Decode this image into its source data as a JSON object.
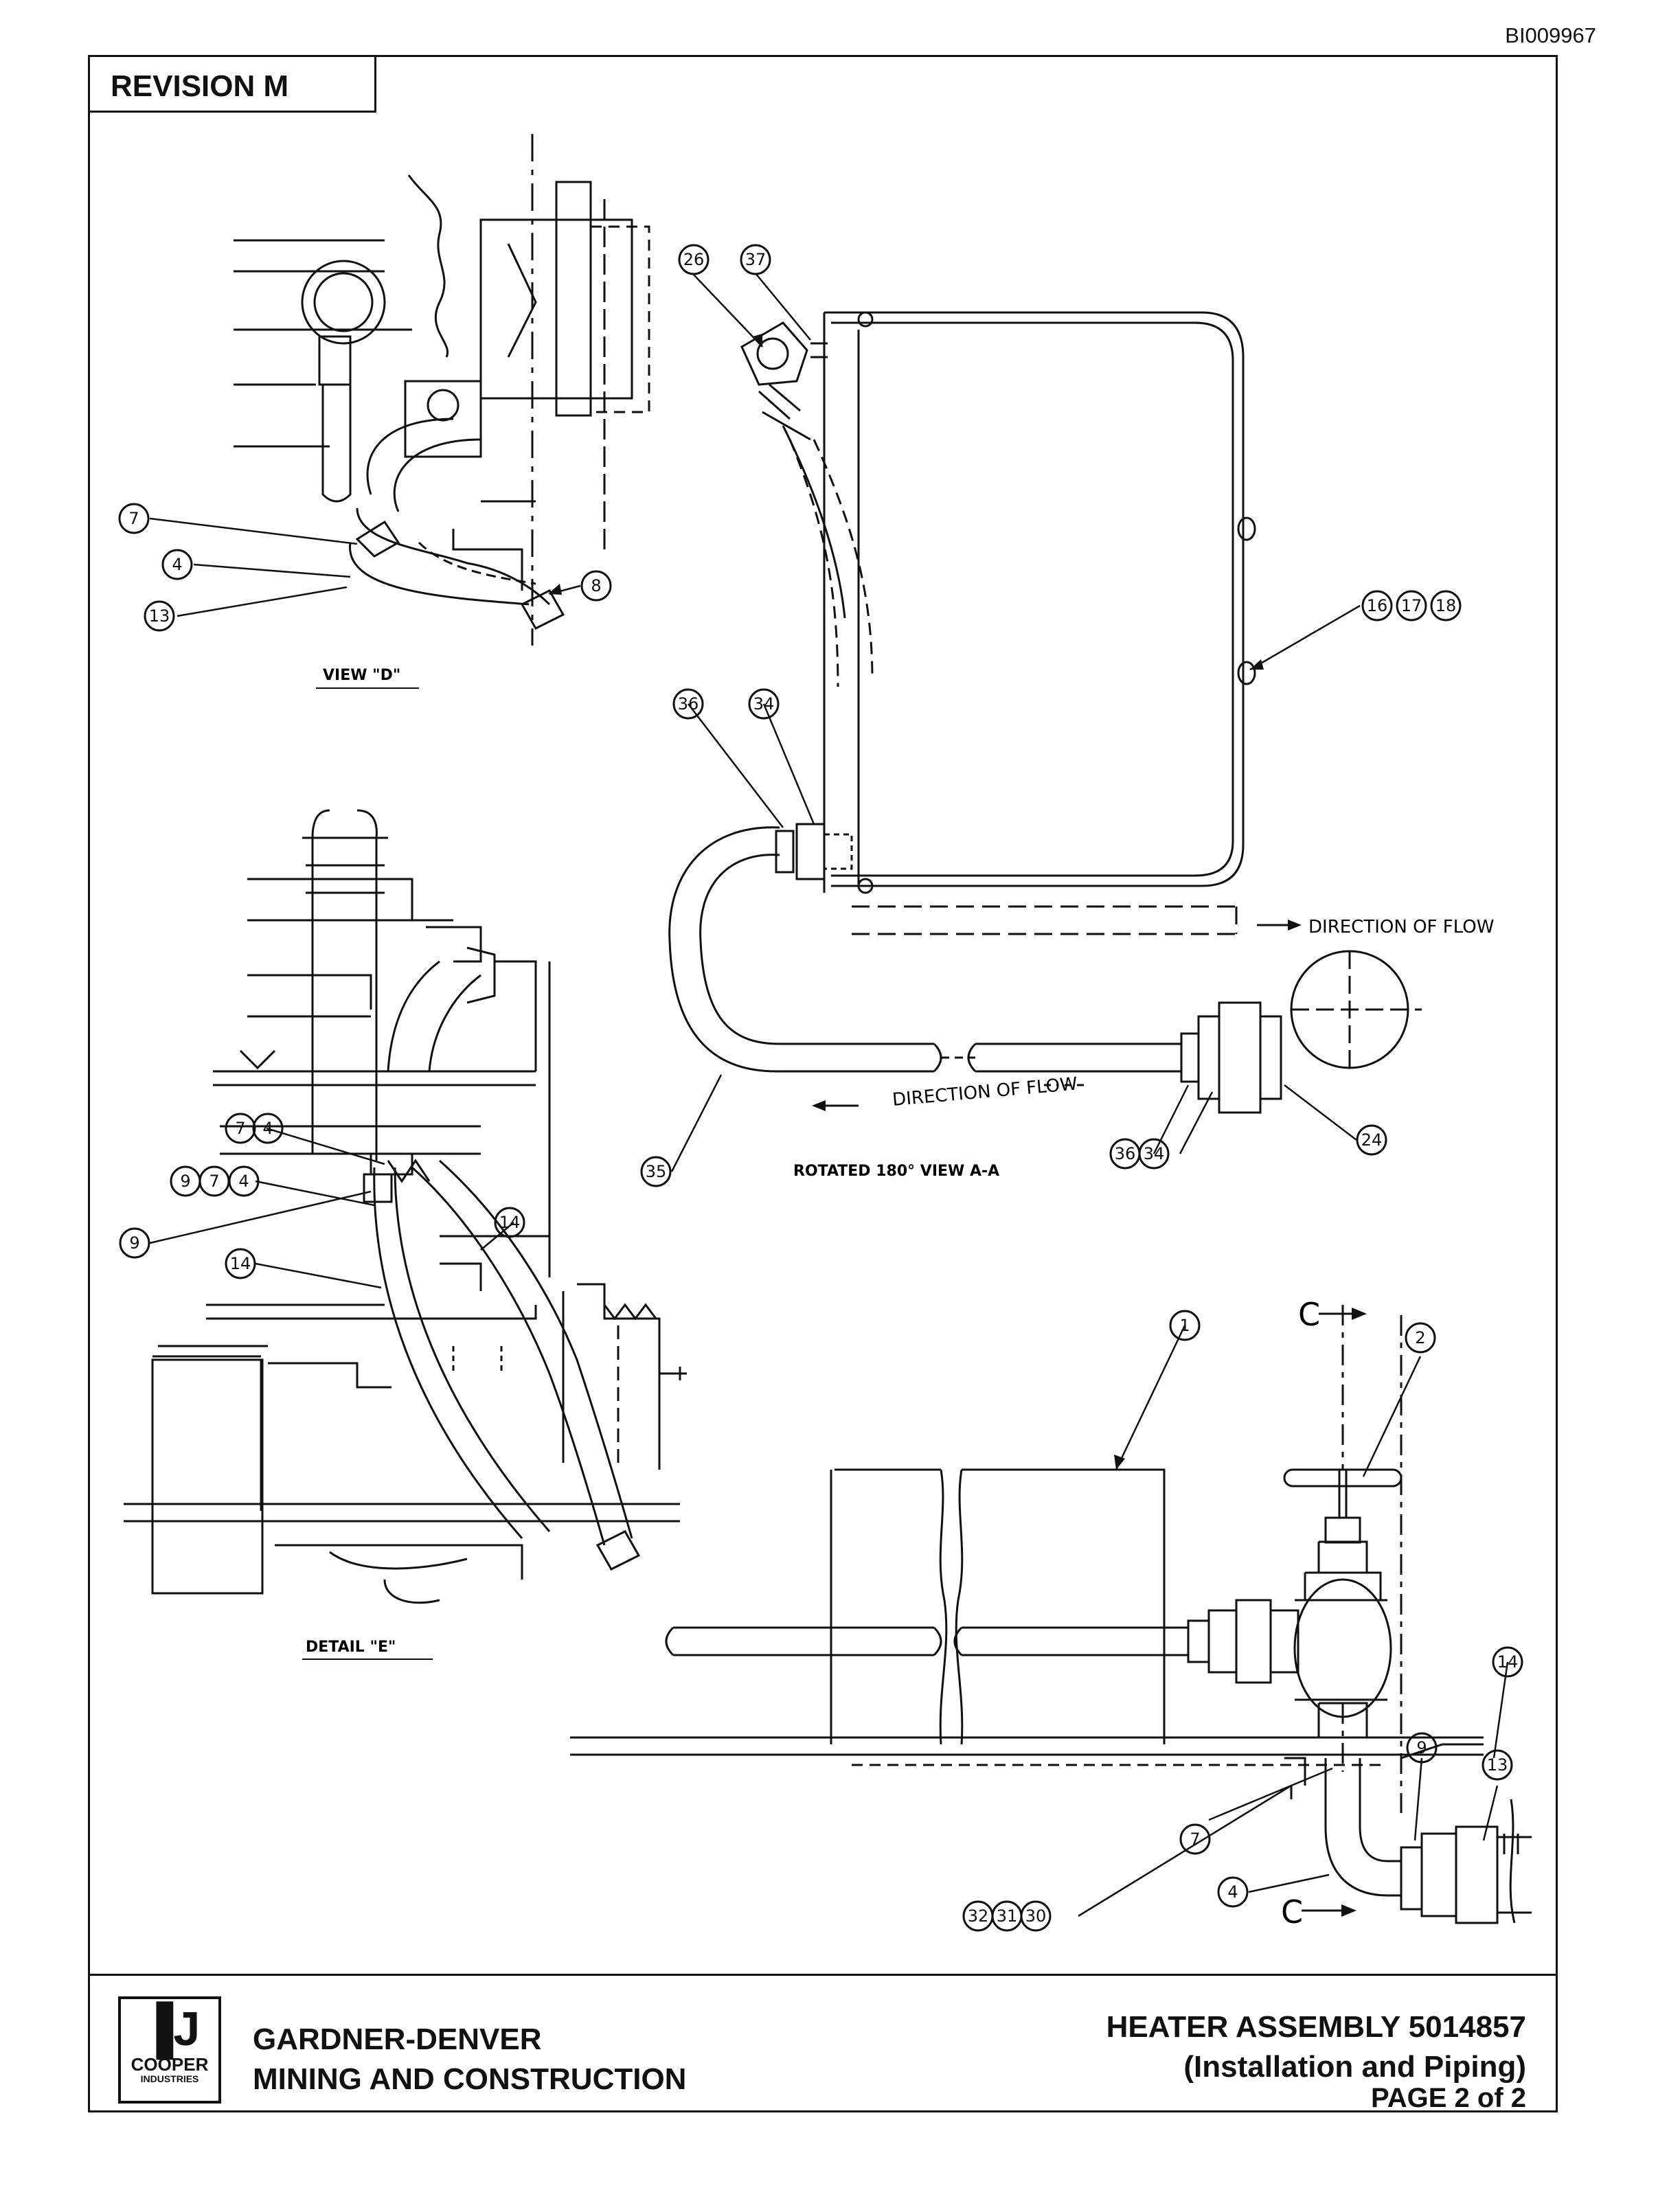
{
  "document_id": "BI009967",
  "revision": "REVISION M",
  "views": {
    "view_d": "VIEW \"D\"",
    "detail_e": "DETAIL \"E\"",
    "view_aa": "ROTATED 180° VIEW A-A",
    "flow_1": "DIRECTION OF FLOW",
    "flow_2": "DIRECTION OF FLOW",
    "section_c_top": "C",
    "section_c_bottom": "C"
  },
  "callouts": {
    "vd": [
      "7",
      "4",
      "13",
      "8"
    ],
    "aa": [
      "26",
      "37",
      "36",
      "34",
      "16",
      "17",
      "18",
      "35",
      "24",
      "36",
      "34"
    ],
    "de": [
      "7",
      "4",
      "9",
      "7",
      "4",
      "9",
      "14",
      "14"
    ],
    "main": [
      "1",
      "2",
      "14",
      "9",
      "13",
      "7",
      "4",
      "32",
      "31",
      "30"
    ]
  },
  "title_block": {
    "logo_name": "COOPER",
    "logo_sub": "INDUSTRIES",
    "company_line1": "GARDNER-DENVER",
    "company_line2": "MINING AND CONSTRUCTION",
    "title_line1": "HEATER ASSEMBLY 5014857",
    "title_line2": "(Installation and Piping)",
    "page": "PAGE 2 of 2"
  }
}
